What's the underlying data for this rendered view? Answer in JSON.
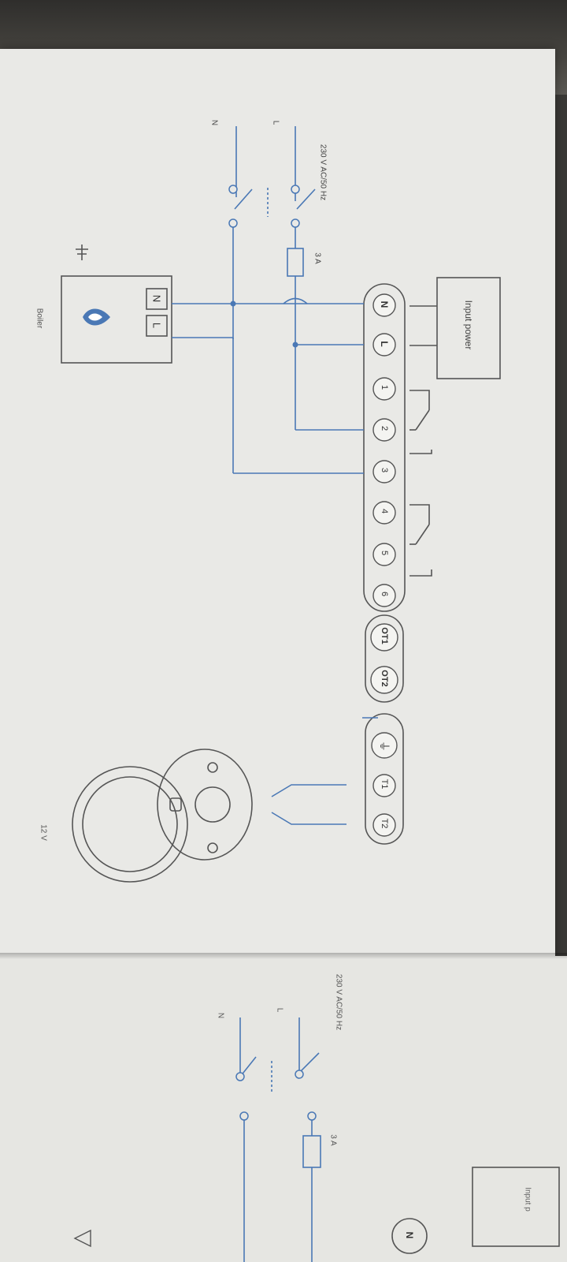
{
  "diagram": {
    "input_power_label": "Input power",
    "supply_label": "230 V AC/50 Hz",
    "line_label": "L",
    "neutral_label": "N",
    "fuse_label": "3 A",
    "boiler_label": "Boiler",
    "boiler_terminal_n": "N",
    "boiler_terminal_l": "L",
    "low_voltage_label": "12 V",
    "terminals": [
      "N",
      "L",
      "1",
      "2",
      "3",
      "4",
      "5",
      "6",
      "OT1",
      "OT2",
      "⏚",
      "T1",
      "T2"
    ]
  },
  "second_page": {
    "input_power_label": "Input p",
    "supply_label": "230 V AC/50 Hz",
    "line_label": "L",
    "neutral_label": "N",
    "fuse_label": "3 A",
    "terminal_n": "N"
  },
  "colors": {
    "wire": "#4a78b5",
    "outline": "#555555",
    "paper": "#e9e9e6"
  }
}
